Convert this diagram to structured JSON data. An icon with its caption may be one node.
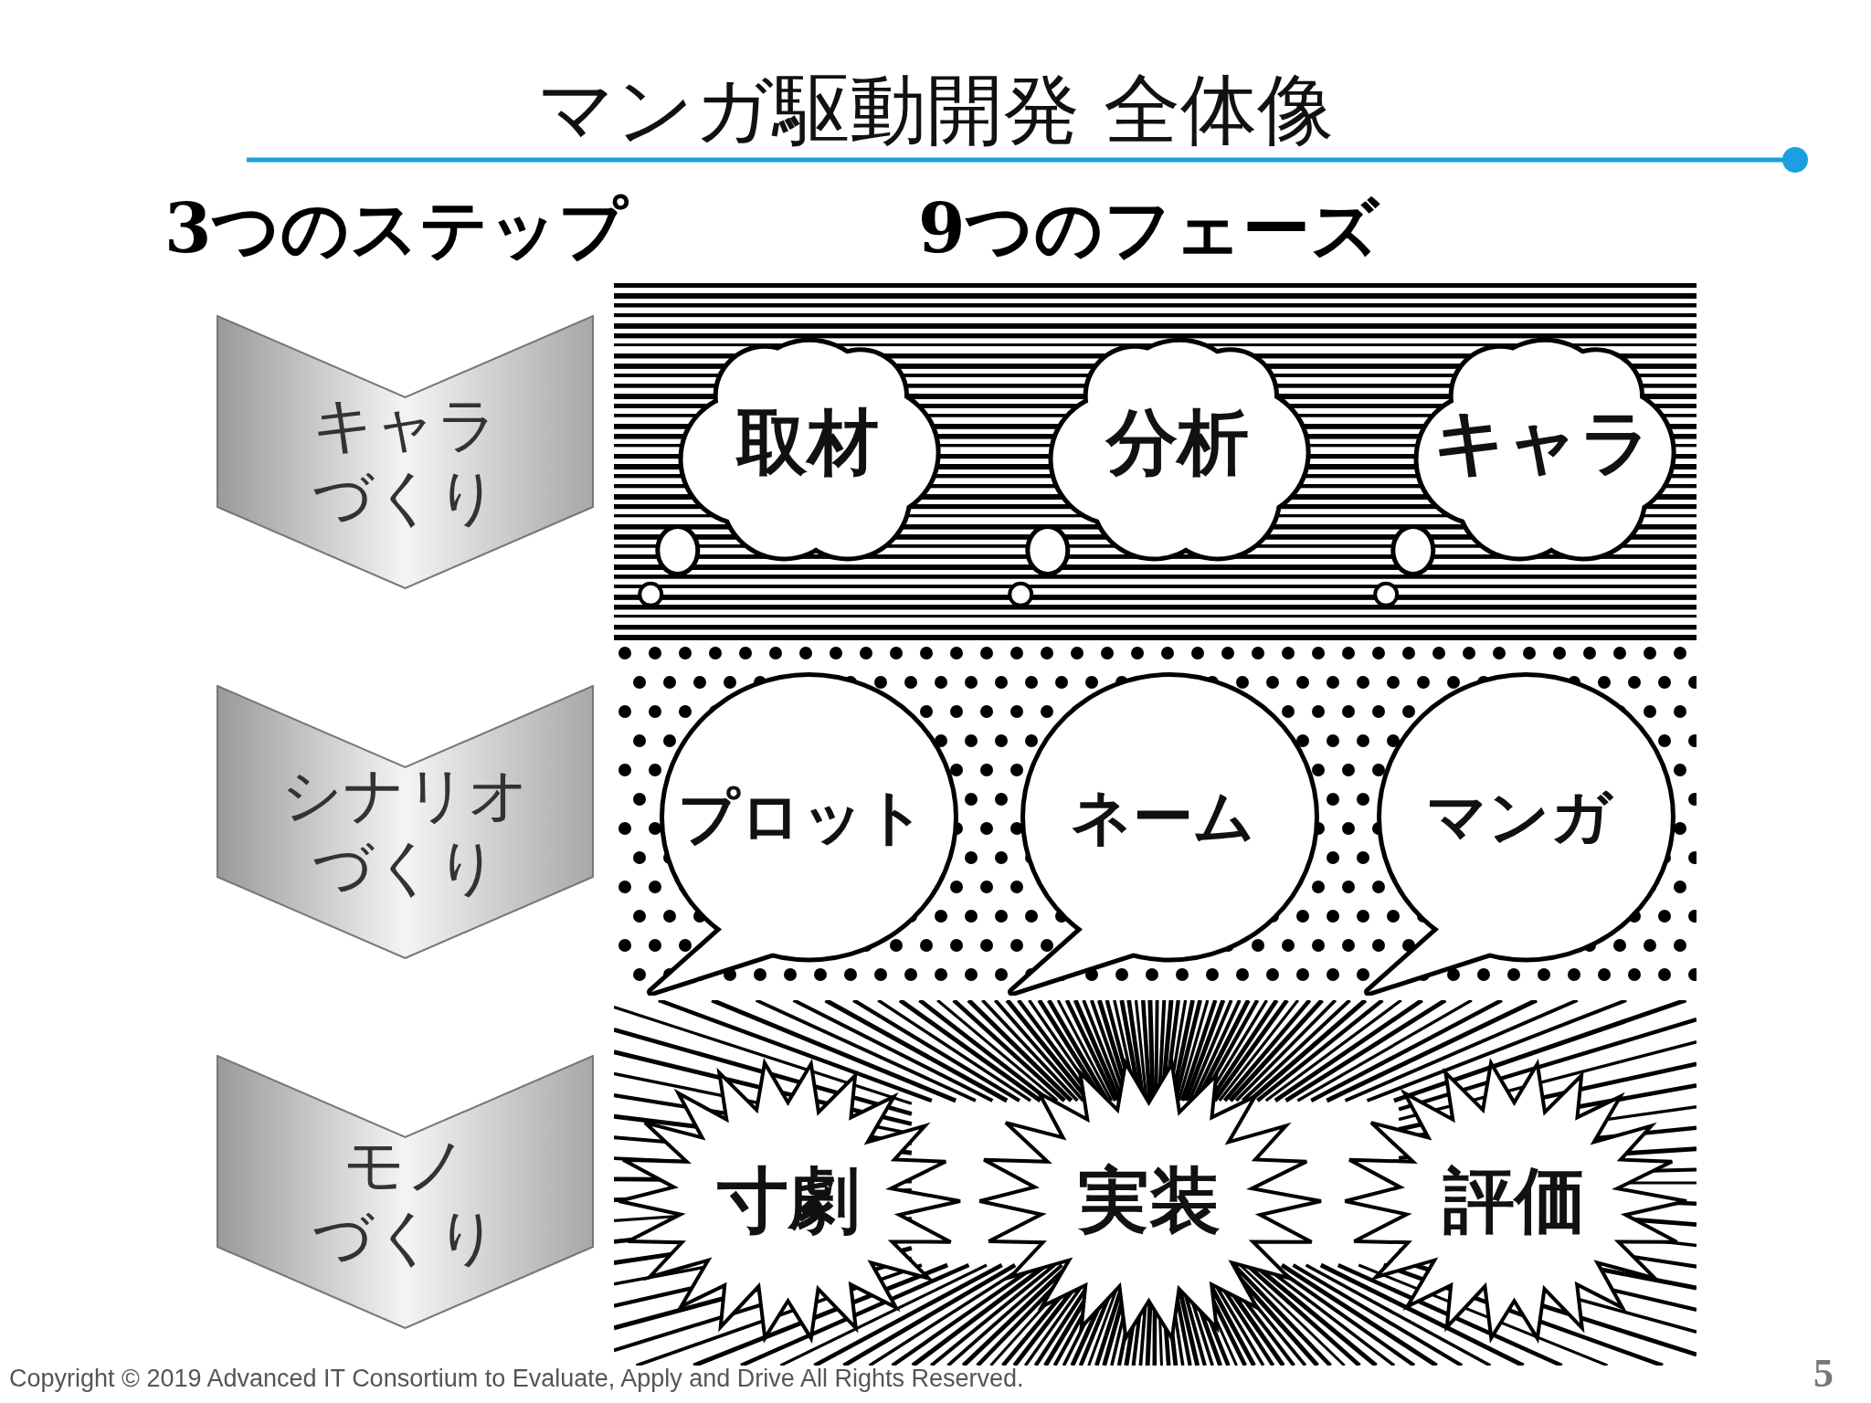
{
  "diagram": {
    "title": "マンガ駆動開発 全体像",
    "nodes": [
      {
        "text": [
          "キャラづくり"
        ]
      },
      {
        "text": [
          "シナリオづくり"
        ]
      },
      {
        "text": [
          "モノづくり"
        ]
      },
      {
        "text": [
          "取材"
        ]
      },
      {
        "text": [
          "分析"
        ]
      },
      {
        "text": [
          "キャラ"
        ]
      },
      {
        "text": [
          "プロット"
        ]
      },
      {
        "text": [
          "ネーム"
        ]
      },
      {
        "text": [
          "マンガ"
        ]
      },
      {
        "text": [
          "寸劇"
        ]
      },
      {
        "text": [
          "実装"
        ]
      },
      {
        "text": [
          "評価"
        ]
      }
    ],
    "edges": [],
    "labels": [
      "3つのステップ",
      "9つのフェーズ",
      "Copyright © 2019 Advanced IT Consortium to Evaluate, Apply and Drive All Rights Reserved.",
      "5"
    ]
  }
}
